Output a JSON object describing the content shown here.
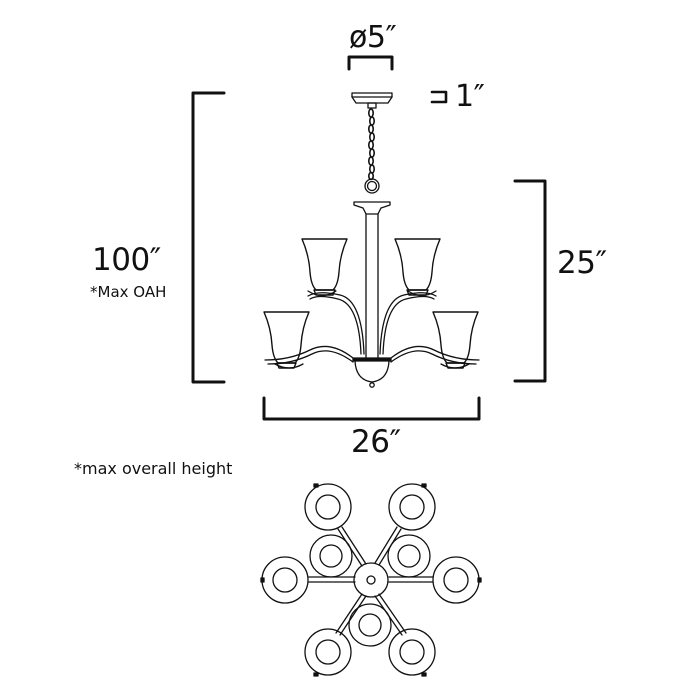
{
  "diagram": {
    "subject": "9-light two-tier chandelier dimension drawing",
    "colors": {
      "line": "#111111",
      "background": "#ffffff"
    },
    "dimensions": {
      "canopy_diameter": {
        "label": "ø5″"
      },
      "canopy_height": {
        "label": "1″"
      },
      "overall_height": {
        "label": "100″",
        "note": "*Max OAH"
      },
      "fixture_height": {
        "label": "25″"
      },
      "fixture_width": {
        "label": "26″"
      }
    },
    "footnote": "*max overall height",
    "views": [
      {
        "name": "side-elevation"
      },
      {
        "name": "top-plan",
        "shade_count": 9
      }
    ]
  }
}
